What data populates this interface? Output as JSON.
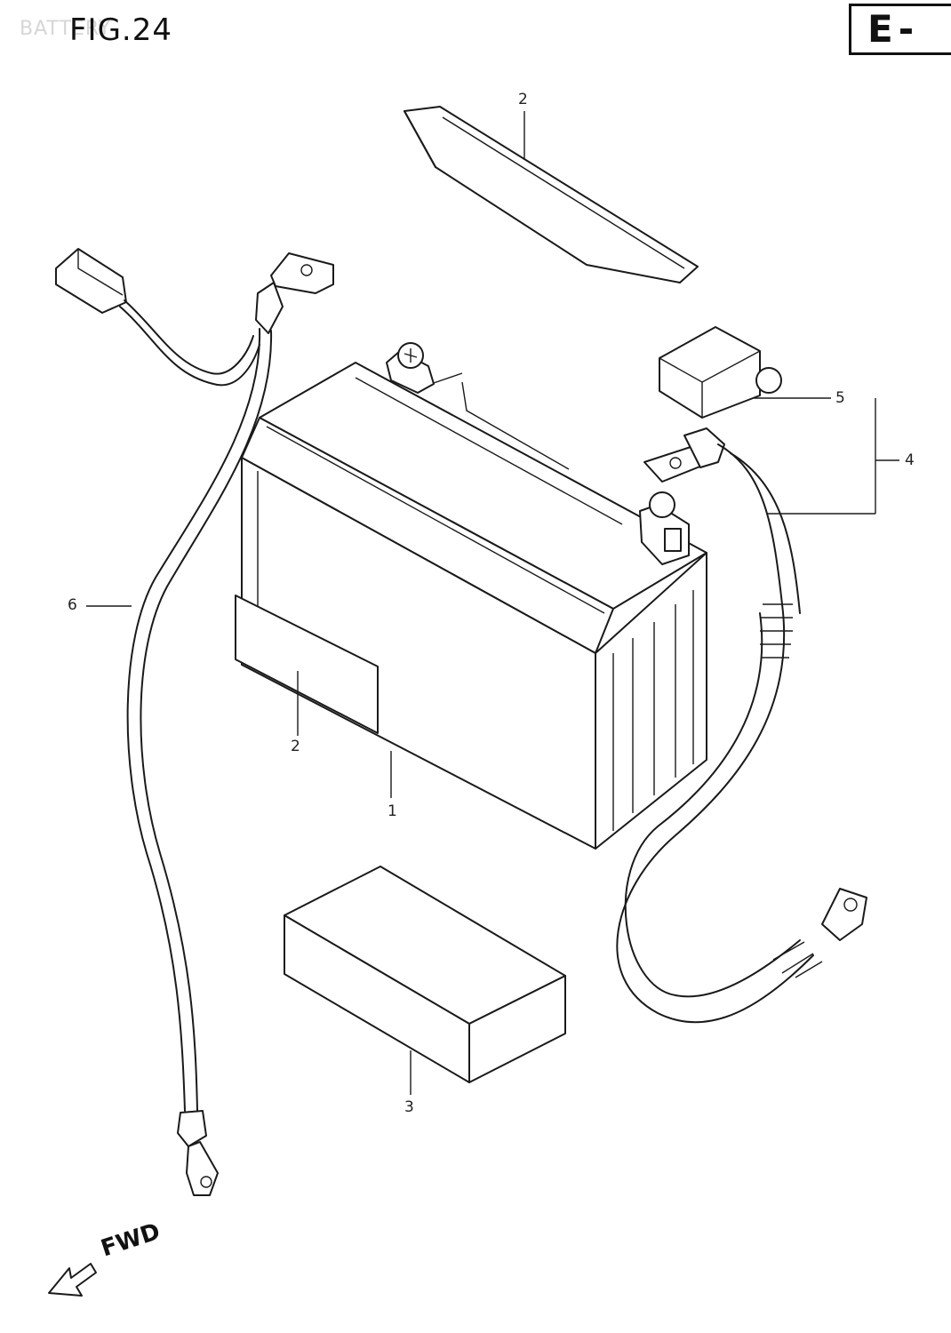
{
  "header": {
    "ghost_text": "BATTERY",
    "figure_label": "FIG.24",
    "section_label": "E-"
  },
  "callouts": {
    "battery": "1",
    "pad_top": "2",
    "pad_side": "2",
    "bottom_cushion": "3",
    "cable_assy": "4",
    "terminal_cover": "5",
    "lead_wire": "6"
  },
  "direction": {
    "label": "FWD"
  }
}
